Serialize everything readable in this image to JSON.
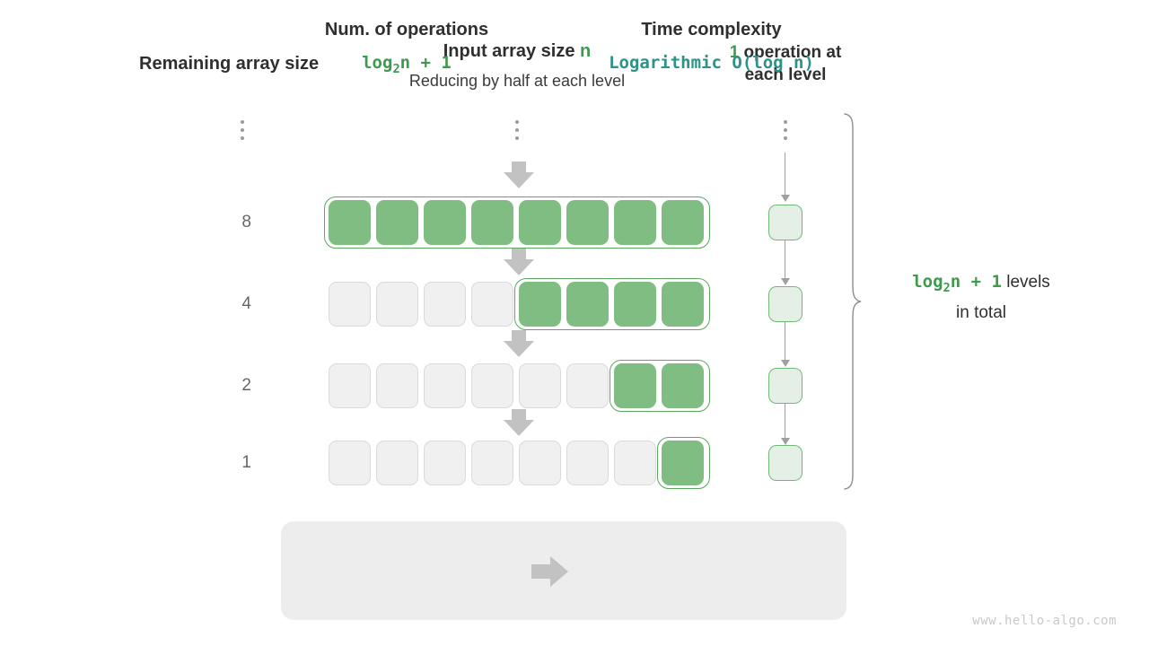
{
  "headers": {
    "remaining_label": "Remaining array size",
    "input_title_plain": "Input array size ",
    "input_title_var": "n",
    "input_subtitle": "Reducing by half at each level",
    "ops_count": "1",
    "ops_text_line1": " operation at",
    "ops_text_line2": "each level"
  },
  "rows": [
    {
      "label": "8",
      "total_cells": 8,
      "filled_from": 0,
      "filled_count": 8
    },
    {
      "label": "4",
      "total_cells": 8,
      "filled_from": 4,
      "filled_count": 4
    },
    {
      "label": "2",
      "total_cells": 8,
      "filled_from": 6,
      "filled_count": 2
    },
    {
      "label": "1",
      "total_cells": 8,
      "filled_from": 7,
      "filled_count": 1
    }
  ],
  "operations": {
    "cell_count": 4,
    "cell_label": ""
  },
  "ellipsis": {
    "dot_count": 3
  },
  "levels": {
    "formula": "log₂n + 1",
    "formula_base": "log",
    "formula_sub": "2",
    "formula_rest": "n + 1",
    "text_line1": " levels",
    "text_line2": "in total"
  },
  "summary": {
    "left_title": "Num. of operations",
    "left_value_base": "log",
    "left_value_sub": "2",
    "left_value_rest": "n + 1",
    "right_title": "Time complexity",
    "right_value": "Logarithmic  O(log n)"
  },
  "watermark": "www.hello-algo.com",
  "colors": {
    "green_fill": "#7fbd82",
    "green_border": "#5ca861",
    "green_text": "#3f9a4e",
    "light_green_fill": "#e4f0e5",
    "light_green_border": "#72b877",
    "empty_fill": "#f0f0f0",
    "empty_border": "#dadada",
    "arrow_grey": "#c2c2c2",
    "teal_text": "#2d9287",
    "summary_bg": "#ededed",
    "watermark_grey": "#c9c9c9"
  }
}
